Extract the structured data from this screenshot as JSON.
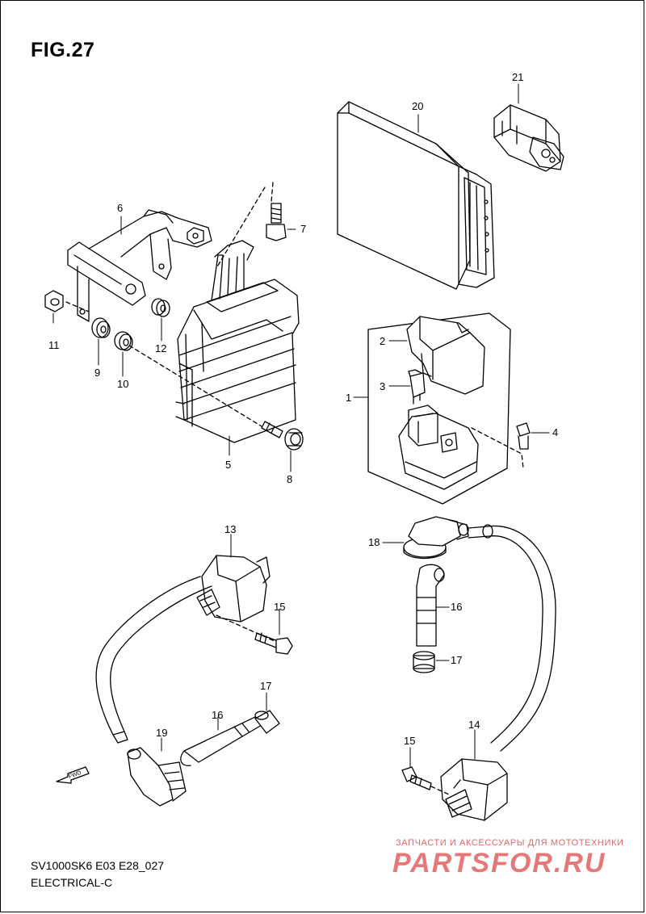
{
  "figure": {
    "title": "FIG.27"
  },
  "footer": {
    "model_code": "SV1000SK6 E03 E28_027",
    "section": "ELECTRICAL-C"
  },
  "fwd_label": "FWD",
  "callouts": {
    "c1": "1",
    "c2": "2",
    "c3": "3",
    "c4": "4",
    "c5": "5",
    "c6": "6",
    "c7": "7",
    "c8": "8",
    "c9": "9",
    "c10": "10",
    "c11": "11",
    "c12": "12",
    "c13": "13",
    "c14": "14",
    "c15a": "15",
    "c15b": "15",
    "c16a": "16",
    "c16b": "16",
    "c17a": "17",
    "c17b": "17",
    "c18": "18",
    "c19": "19",
    "c20": "20",
    "c21": "21"
  },
  "watermark": {
    "tagline": "ЗАПЧАСТИ И АКСЕССУАРЫ ДЛЯ МОТОТЕХНИКИ",
    "brand": "PARTSFOR.RU"
  }
}
